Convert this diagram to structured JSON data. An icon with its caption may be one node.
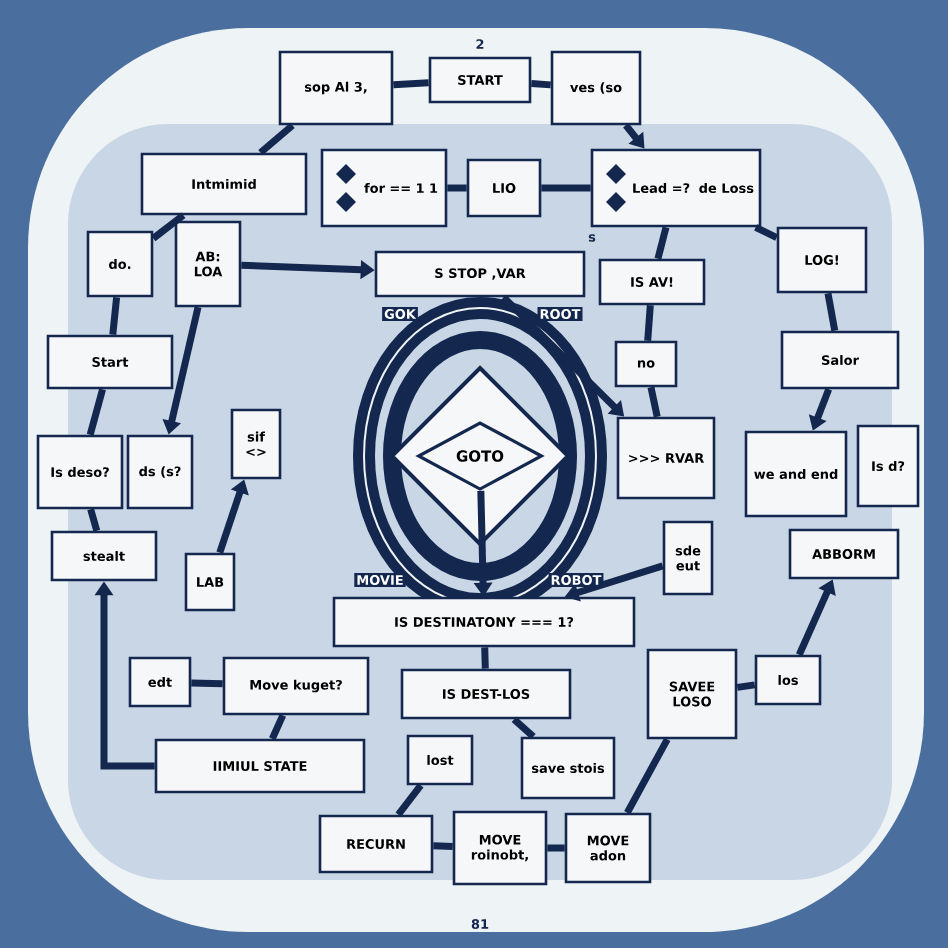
{
  "diagram": {
    "nodes": [
      {
        "text": [
          "sop Al 3,"
        ]
      },
      {
        "text": [
          "START"
        ]
      },
      {
        "text": [
          "ves (so"
        ]
      },
      {
        "text": [
          "Intmimid"
        ]
      },
      {
        "text": [
          "for == 1 1"
        ]
      },
      {
        "text": [
          "LIO"
        ]
      },
      {
        "text": [
          "Lead =?",
          "de Loss"
        ]
      },
      {
        "text": [
          "do."
        ]
      },
      {
        "text": [
          "AB: LOA"
        ]
      },
      {
        "text": [
          "S STOP ,VAR"
        ]
      },
      {
        "text": [
          "IS AV!"
        ]
      },
      {
        "text": [
          "LOG!"
        ]
      },
      {
        "text": [
          "Start"
        ]
      },
      {
        "text": [
          "no"
        ]
      },
      {
        "text": [
          "Salor"
        ]
      },
      {
        "text": [
          "GOTO"
        ]
      },
      {
        "text": [
          ">>> RVAR"
        ]
      },
      {
        "text": [
          "Is deso?"
        ]
      },
      {
        "text": [
          "ds (s?"
        ]
      },
      {
        "text": [
          "sif <>"
        ]
      },
      {
        "text": [
          "we and end"
        ]
      },
      {
        "text": [
          "Is d?"
        ]
      },
      {
        "text": [
          "stealt"
        ]
      },
      {
        "text": [
          "LAB"
        ]
      },
      {
        "text": [
          "sde eut"
        ]
      },
      {
        "text": [
          "ABBORM"
        ]
      },
      {
        "text": [
          "IS DESTINATONY === 1?"
        ]
      },
      {
        "text": [
          "edt"
        ]
      },
      {
        "text": [
          "Move kuget?"
        ]
      },
      {
        "text": [
          "IS DEST-LOS"
        ]
      },
      {
        "text": [
          "SAVEE LOSO"
        ]
      },
      {
        "text": [
          "los"
        ]
      },
      {
        "text": [
          "IIMIUL STATE"
        ]
      },
      {
        "text": [
          "lost"
        ]
      },
      {
        "text": [
          "save stois"
        ]
      },
      {
        "text": [
          "RECURN"
        ]
      },
      {
        "text": [
          "MOVE roinobt,"
        ]
      },
      {
        "text": [
          "MOVE adon"
        ]
      }
    ],
    "edges": [
      {
        "from": 3,
        "to": 0,
        "arrow": "none"
      },
      {
        "from": 0,
        "to": 1,
        "arrow": "none"
      },
      {
        "from": 1,
        "to": 2,
        "arrow": "none"
      },
      {
        "from": 2,
        "to": 6,
        "arrow": "to"
      },
      {
        "from": 3,
        "to": 7,
        "arrow": "none"
      },
      {
        "from": 7,
        "to": 12,
        "arrow": "none"
      },
      {
        "from": 8,
        "to": 18,
        "arrow": "to"
      },
      {
        "from": 8,
        "to": 9,
        "arrow": "to"
      },
      {
        "from": 4,
        "to": 5,
        "arrow": "none"
      },
      {
        "from": 5,
        "to": 6,
        "arrow": "none"
      },
      {
        "from": 6,
        "to": 10,
        "arrow": "none"
      },
      {
        "from": 10,
        "to": 13,
        "arrow": "none"
      },
      {
        "from": 13,
        "to": 16,
        "arrow": "none"
      },
      {
        "from": 6,
        "to": 11,
        "arrow": "none"
      },
      {
        "from": 11,
        "to": 14,
        "arrow": "none"
      },
      {
        "from": 14,
        "to": 20,
        "arrow": "to"
      },
      {
        "from": 12,
        "to": 17,
        "arrow": "none"
      },
      {
        "from": 17,
        "to": 22,
        "arrow": "none"
      },
      {
        "from": 32,
        "to": 22,
        "arrow": "to"
      },
      {
        "from": 23,
        "to": 19,
        "arrow": "to"
      },
      {
        "from": 9,
        "to": 16,
        "arrow": "to"
      },
      {
        "from": 15,
        "to": 26,
        "arrow": "to"
      },
      {
        "from": 24,
        "to": 26,
        "arrow": "to"
      },
      {
        "from": 26,
        "to": 29,
        "arrow": "none"
      },
      {
        "from": 28,
        "to": 27,
        "arrow": "none"
      },
      {
        "from": 29,
        "to": 34,
        "arrow": "none"
      },
      {
        "from": 33,
        "to": 35,
        "arrow": "none"
      },
      {
        "from": 30,
        "to": 31,
        "arrow": "none"
      },
      {
        "from": 31,
        "to": 25,
        "arrow": "to"
      },
      {
        "from": 35,
        "to": 36,
        "arrow": "none"
      },
      {
        "from": 36,
        "to": 37,
        "arrow": "none"
      },
      {
        "from": 37,
        "to": 30,
        "arrow": "none"
      },
      {
        "from": 28,
        "to": 32,
        "arrow": "none"
      }
    ],
    "labels": [
      "2",
      "GOK",
      "ROOT",
      "s",
      "MOVIE",
      "ROBOT",
      "81"
    ]
  }
}
